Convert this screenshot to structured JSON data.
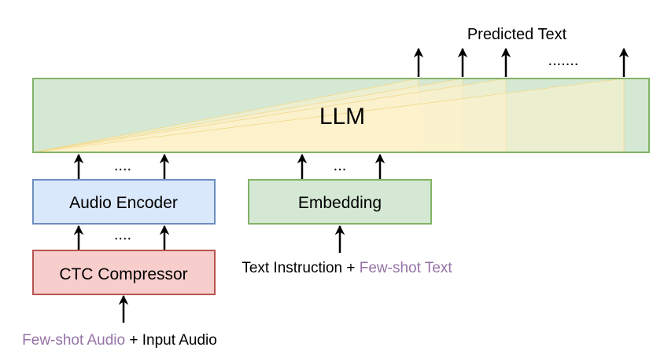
{
  "title_label": "Predicted Text",
  "output_dots": ".......",
  "llm": {
    "label": "LLM"
  },
  "encoder": {
    "label": "Audio Encoder",
    "dots": "...."
  },
  "compressor": {
    "label": "CTC Compressor",
    "dots": "...."
  },
  "embedding": {
    "label": "Embedding",
    "dots": "..."
  },
  "text_input": {
    "part1": "Text Instruction + ",
    "part2": "Few-shot Text"
  },
  "audio_input": {
    "part1": "Few-shot Audio",
    "part2": " + Input Audio"
  },
  "colors": {
    "llm_fill": "#d5e8d4",
    "llm_stroke": "#82b366",
    "attention_fill": "#fff2cc",
    "encoder_fill": "#dae8fc",
    "encoder_stroke": "#6c8ebf",
    "compressor_fill": "#f8cecc",
    "compressor_stroke": "#b85450",
    "embedding_fill": "#d5e8d4",
    "embedding_stroke": "#82b366",
    "highlight_text": "#9673a6"
  }
}
